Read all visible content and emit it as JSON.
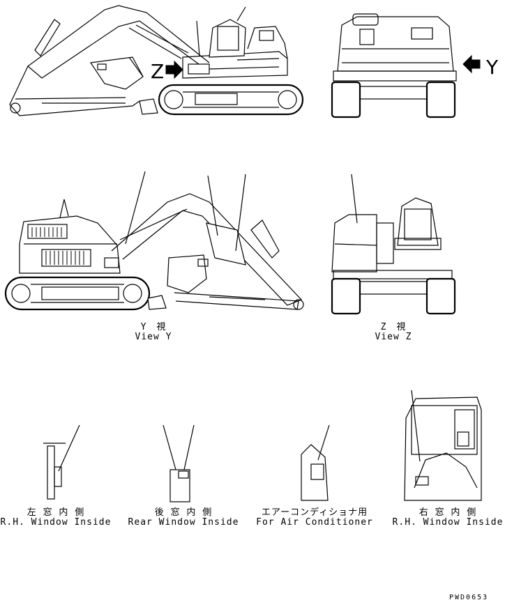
{
  "views": {
    "z_marker": "Z",
    "y_marker": "Y",
    "view_y": {
      "jp": "Y　視",
      "en": "View Y"
    },
    "view_z": {
      "jp": "Z　視",
      "en": "View Z"
    }
  },
  "labels": [
    {
      "jp": "左 窓 内 側",
      "en": "R.H. Window Inside"
    },
    {
      "jp": "後 窓 内 側",
      "en": "Rear Window Inside"
    },
    {
      "jp": "エアーコンディショナ用",
      "en": "For Air Conditioner"
    },
    {
      "jp": "右 窓 内 側",
      "en": "R.H. Window Inside"
    }
  ],
  "drawing_code": "PWD0653"
}
